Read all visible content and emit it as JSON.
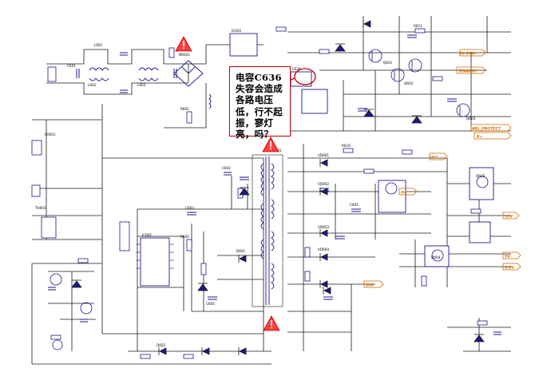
{
  "annotation": {
    "text": "电容C636失容会造成各路电压低，行不起振，寥灯亮，吗？"
  },
  "component_labels": [
    "L601",
    "C601",
    "RV601",
    "TH601",
    "NR601",
    "IC601",
    "IC602",
    "Q601",
    "Q602",
    "Q603",
    "T601",
    "VD601",
    "VD602",
    "VD603",
    "VD604",
    "D601",
    "D602",
    "C636",
    "R601",
    "R602",
    "C602",
    "C603",
    "C604",
    "C605",
    "R610",
    "R611",
    "Q604",
    "Q605",
    "L602",
    "L603"
  ],
  "rail_labels": {
    "standby": "STANDBY",
    "abl": "ABL_PROTECT",
    "b_plus": "B+",
    "v24": "24V",
    "v12": "12V",
    "v5": "5V",
    "v9": "9V",
    "vcc": "VCC",
    "v3": "3.3V",
    "w5": "5V-STBY"
  },
  "colors": {
    "wire": "#1a1a1a",
    "component": "#1a1a8a",
    "label_blue": "#1010a0",
    "rail_orange": "#d46a00",
    "warning": "#c00000",
    "triangle_fill": "#ff4040"
  }
}
